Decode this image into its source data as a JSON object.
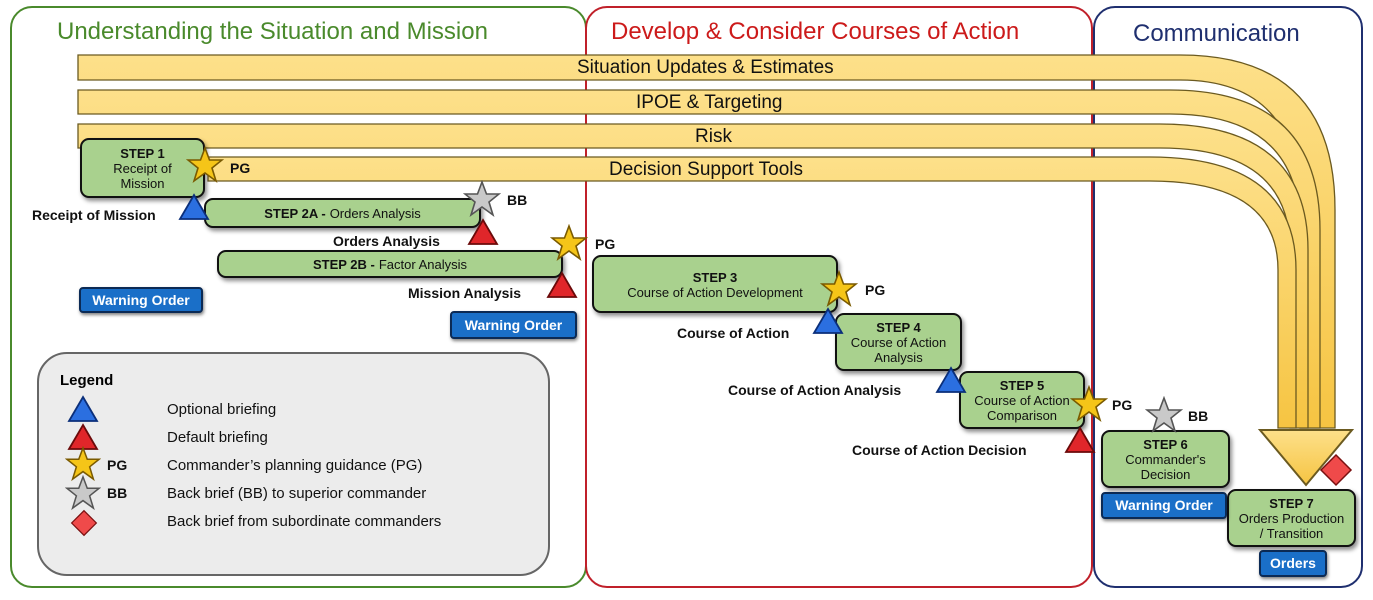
{
  "colors": {
    "panel1_border": "#4a8a2c",
    "panel1_title": "#4a8a2c",
    "panel2_border": "#c0202a",
    "panel2_title": "#cc1a1a",
    "panel3_border": "#1f2f6f",
    "panel3_title": "#1f2f6f",
    "bar_fill": "#fcd566",
    "step_fill": "#a9d18e",
    "button_fill": "#1a6fc8"
  },
  "panels": {
    "understanding": "Understanding the Situation and Mission",
    "develop": "Develop & Consider Courses of Action",
    "communication": "Communication"
  },
  "bars": {
    "situation": "Situation Updates & Estimates",
    "ipoe": "IPOE & Targeting",
    "risk": "Risk",
    "decision": "Decision Support Tools"
  },
  "steps": {
    "s1": {
      "title": "STEP 1",
      "line1": "Receipt of",
      "line2": "Mission"
    },
    "s2a": {
      "title": "STEP 2A -",
      "desc": "Orders Analysis"
    },
    "s2b": {
      "title": "STEP 2B -",
      "desc": "Factor Analysis"
    },
    "s3": {
      "title": "STEP 3",
      "line1": "Course of Action Development"
    },
    "s4": {
      "title": "STEP 4",
      "line1": "Course of Action",
      "line2": "Analysis"
    },
    "s5": {
      "title": "STEP 5",
      "line1": "Course of Action",
      "line2": "Comparison"
    },
    "s6": {
      "title": "STEP 6",
      "line1": "Commander's",
      "line2": "Decision"
    },
    "s7": {
      "title": "STEP 7",
      "line1": "Orders Production",
      "line2": "/ Transition"
    }
  },
  "briefings": {
    "receipt": "Receipt of Mission",
    "orders": "Orders Analysis",
    "mission": "Mission Analysis",
    "coa": "Course of Action",
    "coa_analysis": "Course of Action Analysis",
    "coa_decision": "Course of Action Decision"
  },
  "marker_labels": {
    "pg1": "PG",
    "bb1": "BB",
    "pg2": "PG",
    "pg3": "PG",
    "pg4": "PG",
    "bb2": "BB"
  },
  "buttons": {
    "warning1": "Warning Order",
    "warning2": "Warning Order",
    "warning3": "Warning Order",
    "orders": "Orders"
  },
  "legend": {
    "title": "Legend",
    "optional": "Optional briefing",
    "default": "Default briefing",
    "pg_abbr": "PG",
    "pg": "Commander’s planning guidance (PG)",
    "bb_abbr": "BB",
    "bb": "Back brief (BB) to superior commander",
    "sub": "Back brief from subordinate commanders"
  }
}
